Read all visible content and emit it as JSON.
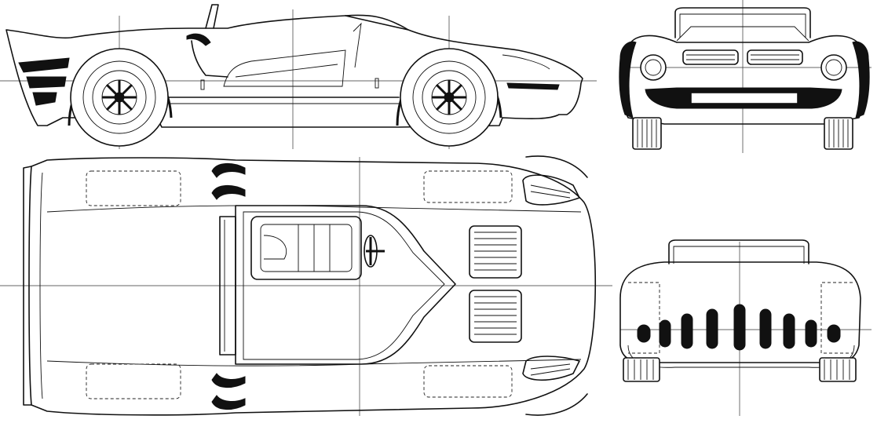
{
  "sheet": {
    "views": [
      "side-view",
      "top-view",
      "front-view",
      "rear-view"
    ],
    "colors": {
      "line": "#111111",
      "background": "#ffffff",
      "fill": "#111111"
    }
  }
}
